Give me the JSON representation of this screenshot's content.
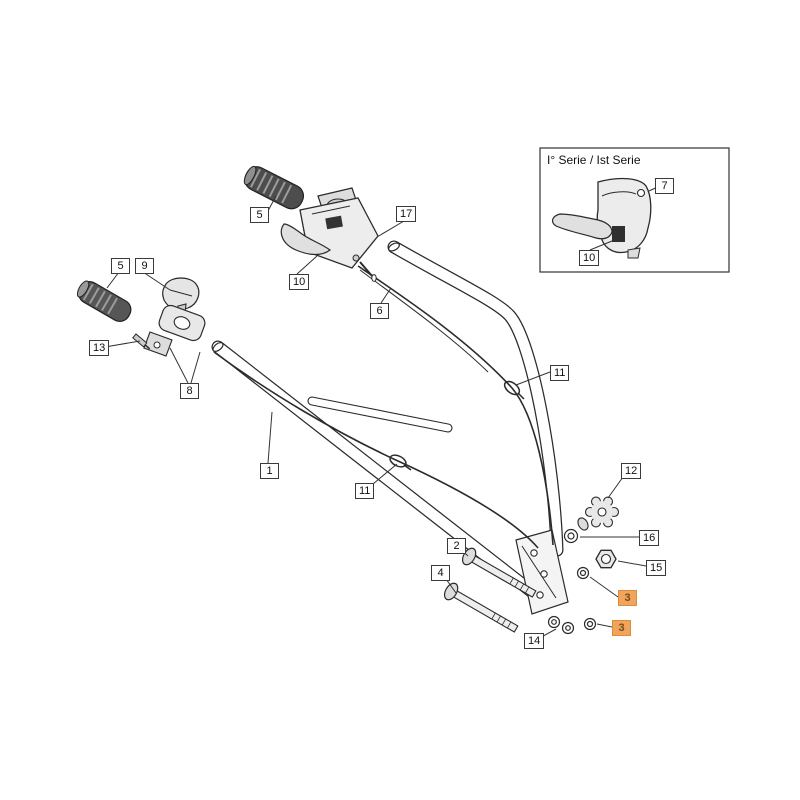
{
  "diagram": {
    "type": "exploded-parts-diagram",
    "subject": "trimmer handlebar and throttle assembly"
  },
  "inset": {
    "caption": "I° Serie / Ist Serie"
  },
  "colors": {
    "line": "#2b2b2b",
    "highlight_bg": "#f0a45c",
    "highlight_border": "#dd8d39",
    "highlight_text": "#7c4a12",
    "callout_border": "#3a3a3a",
    "background": "#ffffff"
  },
  "labels": [
    {
      "text": "5",
      "part": "top-grip",
      "highlight": false
    },
    {
      "text": "17",
      "part": "throttle-housing",
      "highlight": false
    },
    {
      "text": "10",
      "part": "throttle-trigger",
      "highlight": false
    },
    {
      "text": "6",
      "part": "throttle-cable",
      "highlight": false
    },
    {
      "text": "5",
      "part": "left-grip",
      "highlight": false
    },
    {
      "text": "9",
      "part": "lever-knob",
      "highlight": false
    },
    {
      "text": "13",
      "part": "clamp-screw",
      "highlight": false
    },
    {
      "text": "8",
      "part": "clamp",
      "highlight": false
    },
    {
      "text": "1",
      "part": "handlebar-tube",
      "highlight": false
    },
    {
      "text": "11",
      "part": "cable-tie-right",
      "highlight": false
    },
    {
      "text": "11",
      "part": "cable-tie-lower",
      "highlight": false
    },
    {
      "text": "12",
      "part": "star-knob",
      "highlight": false
    },
    {
      "text": "16",
      "part": "washer-upper",
      "highlight": false
    },
    {
      "text": "15",
      "part": "nut",
      "highlight": false
    },
    {
      "text": "3",
      "part": "washer-upper-3",
      "highlight": true
    },
    {
      "text": "2",
      "part": "bolt-upper",
      "highlight": false
    },
    {
      "text": "4",
      "part": "bolt-lower",
      "highlight": false
    },
    {
      "text": "3",
      "part": "washer-lower-3",
      "highlight": true
    },
    {
      "text": "14",
      "part": "washers-pair",
      "highlight": false
    },
    {
      "text": "7",
      "part": "inset-housing",
      "highlight": false
    },
    {
      "text": "10",
      "part": "inset-trigger",
      "highlight": false
    }
  ]
}
